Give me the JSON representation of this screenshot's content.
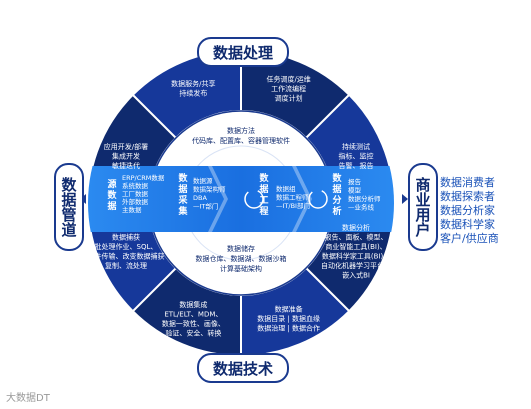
{
  "sections": {
    "top": "数据处理",
    "bottom": "数据技术",
    "left": "数据管道",
    "right": "商业用户"
  },
  "outer_ring": [
    {
      "lines": [
        "任务调度/运维",
        "工作流编程",
        "调度计划"
      ]
    },
    {
      "lines": [
        "持续测试",
        "指标、监控",
        "告警、报告"
      ]
    },
    {
      "lines": [
        "数据分析",
        "报告、面板、模型、",
        "商业智能工具(BI)、",
        "数据科学家工具(BI)、",
        "自动化机器学习平台、",
        "嵌入式BI"
      ]
    },
    {
      "lines": [
        "数据准备",
        "数据目录 | 数据血缘",
        "数据治理 | 数据合作"
      ]
    },
    {
      "lines": [
        "数据集成",
        "ETL/ELT、MDM、",
        "数据一致性、画像、",
        "验证、安全、转换"
      ]
    },
    {
      "lines": [
        "数据捕获",
        "批处理作业、SQL、",
        "文件传输、改变数据捕获",
        "复制、流处理"
      ]
    },
    {
      "lines": [
        "应用开发/部署",
        "集成开发",
        "敏捷迭代"
      ]
    },
    {
      "lines": [
        "数据服务/共享",
        "持续发布"
      ]
    }
  ],
  "inner_ring": {
    "top": {
      "lines": [
        "数据方法",
        "代码库、配置库、容器管理软件"
      ]
    },
    "bottom": {
      "lines": [
        "数据储存",
        "数据仓库、数据湖、数据沙箱",
        "计算基础架构"
      ]
    }
  },
  "band": {
    "source": {
      "title": "源数据",
      "items": [
        "ERP/CRM数据",
        "系统数据",
        "工厂数据",
        "外部数据",
        "主数据"
      ]
    },
    "collect": {
      "title": "数据采集",
      "items": [
        "数据源",
        "数据架构师",
        "DBA",
        "—IT部门"
      ]
    },
    "engineer": {
      "title": "数据工程",
      "items": [
        "数据组",
        "数据工程师",
        "—IT/BI部门"
      ]
    },
    "analyze": {
      "title": "数据分析",
      "items": [
        "报告",
        "模型",
        "数据分析师",
        "—业务线"
      ]
    }
  },
  "users": [
    "数据消费者",
    "数据探索者",
    "数据分析家",
    "数据科学家",
    "客户/供应商"
  ],
  "watermark": "大数据DT",
  "colors": {
    "outer_dark": "#0f2a6e",
    "outer_mid": "#16389a",
    "inner": "#ffffff",
    "band": "#2a7ee6",
    "label": "#0f2a6e"
  }
}
